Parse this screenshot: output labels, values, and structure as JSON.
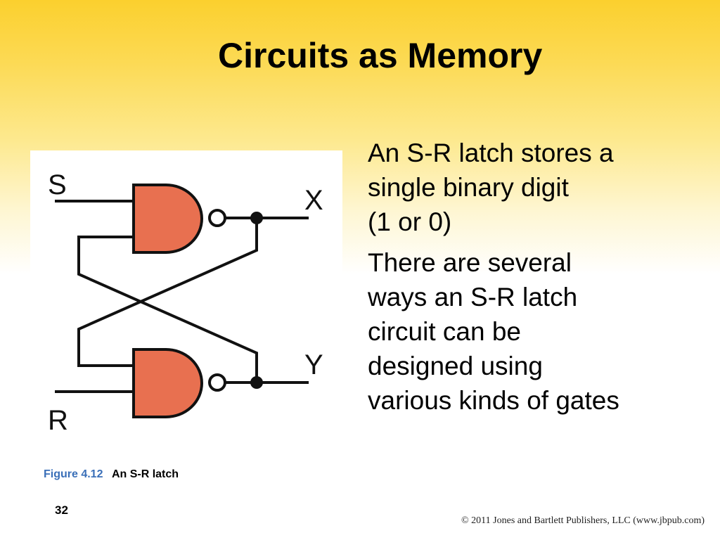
{
  "slide": {
    "title": "Circuits as Memory",
    "page_number": "32",
    "copyright": "© 2011 Jones and Bartlett Publishers, LLC (www.jbpub.com)"
  },
  "bullets": [
    "An S-R latch stores a\nsingle binary digit\n(1 or 0)",
    "There are several\nways an S-R latch\ncircuit can be\ndesigned using\nvarious kinds of gates"
  ],
  "figure": {
    "number": "Figure 4.12",
    "caption": "An S-R latch",
    "labels": {
      "s": "S",
      "r": "R",
      "x": "X",
      "y": "Y"
    },
    "gate_color": "#e87050"
  }
}
